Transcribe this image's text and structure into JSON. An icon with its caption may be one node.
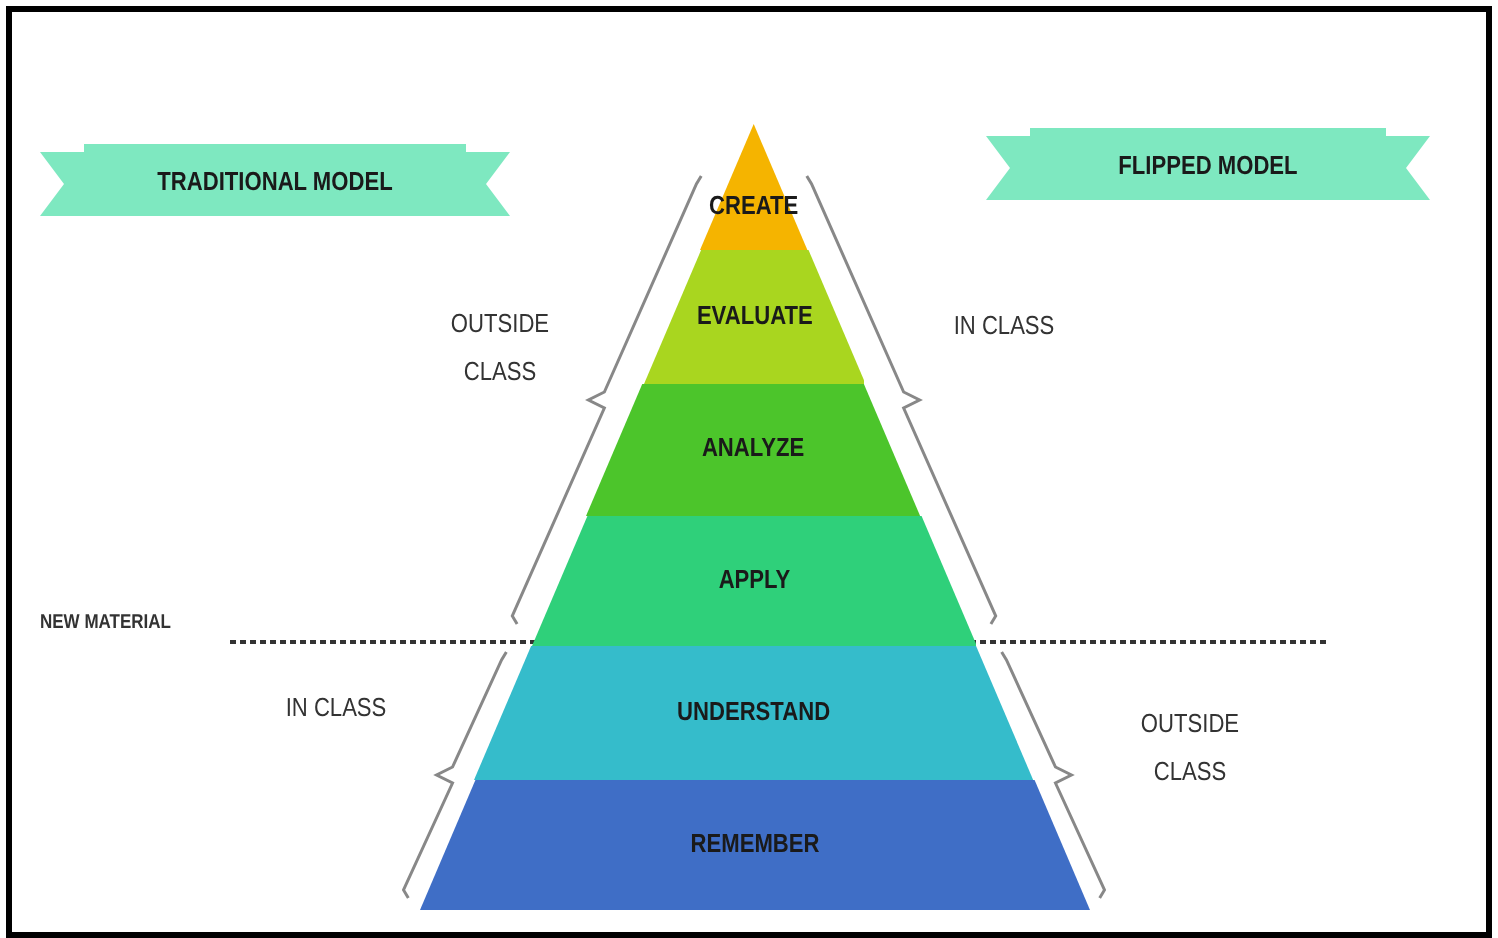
{
  "diagram": {
    "nodes": [
      {
        "text": [
          "TRADITIONAL MODEL"
        ]
      },
      {
        "text": [
          "FLIPPED MODEL"
        ]
      },
      {
        "text": [
          "CREATE"
        ]
      },
      {
        "text": [
          "EVALUATE"
        ]
      },
      {
        "text": [
          "ANALYZE"
        ]
      },
      {
        "text": [
          "APPLY"
        ]
      },
      {
        "text": [
          "UNDERSTAND"
        ]
      },
      {
        "text": [
          "REMEMBER"
        ]
      }
    ],
    "edges": [],
    "labels": [
      "OUTSIDE CLASS",
      "IN CLASS",
      "NEW MATERIAL",
      "IN CLASS",
      "OUTSIDE CLASS"
    ]
  }
}
